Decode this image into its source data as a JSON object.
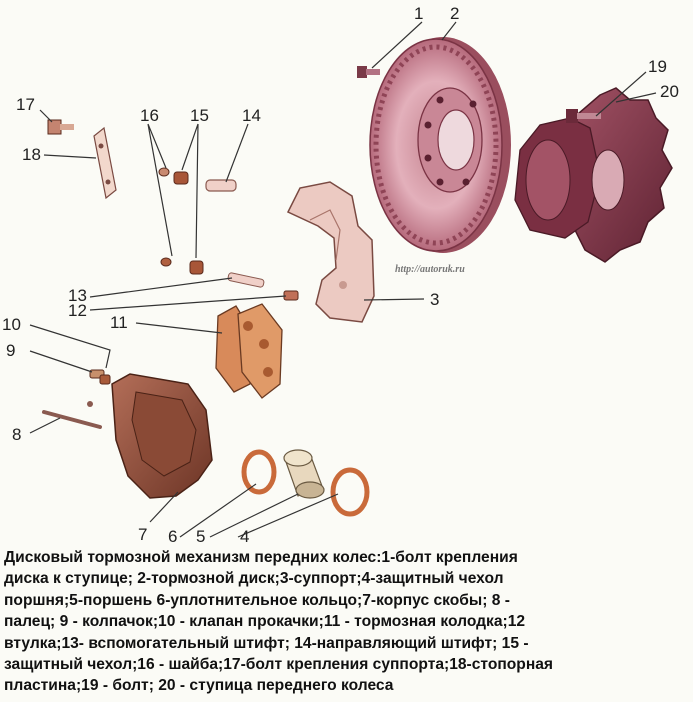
{
  "diagram": {
    "watermark": "http://autoruk.ru",
    "labels": {
      "l1": "1",
      "l2": "2",
      "l3": "3",
      "l4": "4",
      "l5": "5",
      "l6": "6",
      "l7": "7",
      "l8": "8",
      "l9": "9",
      "l10": "10",
      "l11": "11",
      "l12": "12",
      "l13": "13",
      "l14": "14",
      "l15": "15",
      "l16": "16",
      "l17": "17",
      "l18": "18",
      "l19": "19",
      "l20": "20"
    },
    "colors": {
      "disc": "#d99aa7",
      "hub": "#8c3f50",
      "caliper": "#9c5a48",
      "bracket": "#ecc8c0",
      "pad": "#d9895a",
      "seal": "#d97a4a",
      "piston": "#eadcc4"
    }
  },
  "caption": {
    "lines": [
      "Дисковый тормозной механизм передних колес:1-болт крепления",
      "диска к ступице; 2-тормозной диск;3-суппорт;4-защитный чехол",
      "поршня;5-поршень 6-уплотнительное кольцо;7-корпус скобы; 8 -",
      "палец; 9 - колпачок;10 - клапан прокачки;11 - тормозная колодка;12",
      "втулка;13- вспомогательный штифт; 14-направляющий штифт; 15 -",
      "защитный чехол;16 - шайба;17-болт крепления суппорта;18-стопорная",
      "пластина;19 - болт; 20 - ступица переднего колеса"
    ]
  }
}
